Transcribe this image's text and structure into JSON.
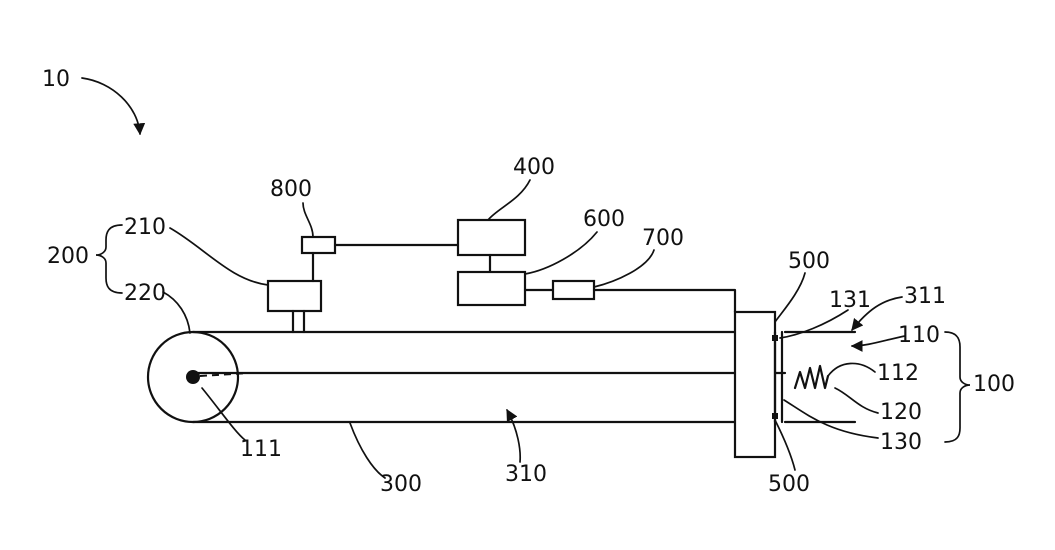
{
  "labels": {
    "l10": "10",
    "l200": "200",
    "l210": "210",
    "l220": "220",
    "l800": "800",
    "l400": "400",
    "l600": "600",
    "l700": "700",
    "l500_top": "500",
    "l131": "131",
    "l311": "311",
    "l110": "110",
    "l112": "112",
    "l100": "100",
    "l120": "120",
    "l130": "130",
    "l500_bottom": "500",
    "l111": "111",
    "l300": "300",
    "l310": "310"
  }
}
